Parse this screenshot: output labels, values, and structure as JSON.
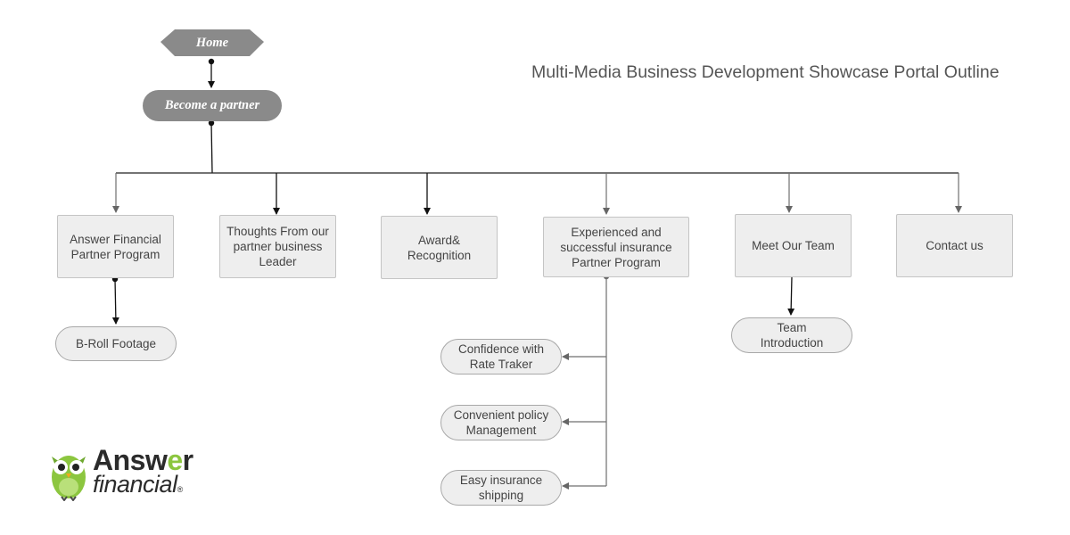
{
  "title": "Multi-Media Business Development Showcase Portal Outline",
  "nodes": {
    "home": "Home",
    "become_partner": "Become a partner",
    "answer_financial_program": "Answer Financial\nPartner Program",
    "thoughts": "Thoughts From our\npartner business\nLeader",
    "award": "Award&\nRecognition",
    "experienced": "Experienced and\nsuccessful insurance\nPartner Program",
    "meet_team": "Meet Our Team",
    "contact": "Contact us",
    "broll": "B-Roll Footage",
    "team_intro": "Team\nIntroduction",
    "confidence": "Confidence with\nRate Traker",
    "convenient": "Convenient policy\nManagement",
    "easy": "Easy insurance\nshipping"
  },
  "logo": {
    "word1_part1": "Answ",
    "word1_accent": "e",
    "word1_part2": "r",
    "word2": "financial",
    "reg": "®",
    "accent_color": "#8cc63f"
  },
  "colors": {
    "dark_node": "#8a8a8a",
    "box_fill": "#eeeeee",
    "line": "#222222",
    "gray_line": "#6f6f6f"
  }
}
